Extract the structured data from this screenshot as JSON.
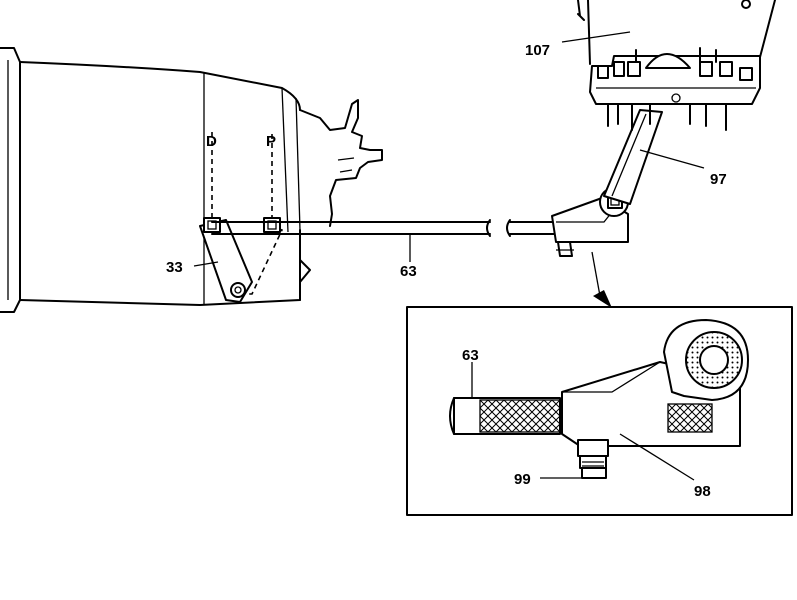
{
  "labels": {
    "callout_107": "107",
    "callout_97": "97",
    "shift_position_d": "D",
    "shift_position_p": "P",
    "callout_33": "33",
    "callout_63": "63",
    "detail_63": "63",
    "detail_99": "99",
    "detail_98": "98"
  }
}
